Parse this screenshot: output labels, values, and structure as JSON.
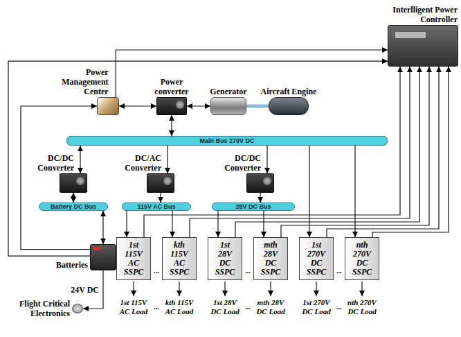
{
  "diagram": {
    "nodes": [
      {
        "text": [
          "Interlligent Power Controller"
        ]
      },
      {
        "text": [
          "Power Management Center"
        ]
      },
      {
        "text": [
          "Power converter"
        ]
      },
      {
        "text": [
          "Generator"
        ]
      },
      {
        "text": [
          "Aircraft Engine"
        ]
      },
      {
        "text": [
          "Main Bus 270V DC"
        ]
      },
      {
        "text": [
          "DC/DC Converter"
        ]
      },
      {
        "text": [
          "DC/AC Converter"
        ]
      },
      {
        "text": [
          "DC/DC Converter"
        ]
      },
      {
        "text": [
          "Battery DC Bus"
        ]
      },
      {
        "text": [
          "115V AC Bus"
        ]
      },
      {
        "text": [
          "28V DC Bus"
        ]
      },
      {
        "text": [
          "Batteries"
        ]
      },
      {
        "text": [
          "Flight Critical Electronics"
        ]
      },
      {
        "text": [
          "1st 115V AC SSPC"
        ]
      },
      {
        "text": [
          "kth 115V AC SSPC"
        ]
      },
      {
        "text": [
          "1st 28V DC SSPC"
        ]
      },
      {
        "text": [
          "mth 28V DC SSPC"
        ]
      },
      {
        "text": [
          "1st 270V DC SSPC"
        ]
      },
      {
        "text": [
          "nth 270V DC SSPC"
        ]
      }
    ],
    "edges": [
      {
        "from": 1,
        "to": 2,
        "arrow": "both"
      },
      {
        "from": 2,
        "to": 3,
        "arrow": "both"
      },
      {
        "from": 3,
        "to": 4,
        "arrow": "none"
      },
      {
        "from": 1,
        "to": 0,
        "arrow": "to"
      },
      {
        "from": 2,
        "to": 5,
        "arrow": "both"
      },
      {
        "from": 5,
        "to": 6,
        "arrow": "both"
      },
      {
        "from": 5,
        "to": 7,
        "arrow": "to"
      },
      {
        "from": 5,
        "to": 8,
        "arrow": "to"
      },
      {
        "from": 5,
        "to": 18,
        "arrow": "to"
      },
      {
        "from": 5,
        "to": 19,
        "arrow": "to"
      },
      {
        "from": 6,
        "to": 9,
        "arrow": "both"
      },
      {
        "from": 7,
        "to": 10,
        "arrow": "to"
      },
      {
        "from": 8,
        "to": 11,
        "arrow": "to"
      },
      {
        "from": 9,
        "to": 12,
        "arrow": "both"
      },
      {
        "from": 10,
        "to": 14,
        "arrow": "to"
      },
      {
        "from": 10,
        "to": 15,
        "arrow": "to"
      },
      {
        "from": 11,
        "to": 16,
        "arrow": "to"
      },
      {
        "from": 11,
        "to": 17,
        "arrow": "to"
      },
      {
        "from": 12,
        "to": 1,
        "arrow": "to"
      },
      {
        "from": 12,
        "to": 0,
        "arrow": "to"
      },
      {
        "from": 12,
        "to": 13,
        "label": "24V DC",
        "arrow": "to"
      },
      {
        "from": 14,
        "to": 0,
        "arrow": "to"
      },
      {
        "from": 15,
        "to": 0,
        "arrow": "to"
      },
      {
        "from": 16,
        "to": 0,
        "arrow": "to"
      },
      {
        "from": 17,
        "to": 0,
        "arrow": "to"
      },
      {
        "from": 18,
        "to": 0,
        "arrow": "to"
      },
      {
        "from": 19,
        "to": 0,
        "arrow": "to"
      }
    ],
    "labels": [
      "...",
      "...",
      "...",
      "1st 115V AC Load",
      "...",
      "kth 115V AC Load",
      "1st 28V DC Load",
      "...",
      "mth 28V DC Load",
      "1st 270V DC Load",
      "...",
      "nth 270V DC Load"
    ]
  }
}
